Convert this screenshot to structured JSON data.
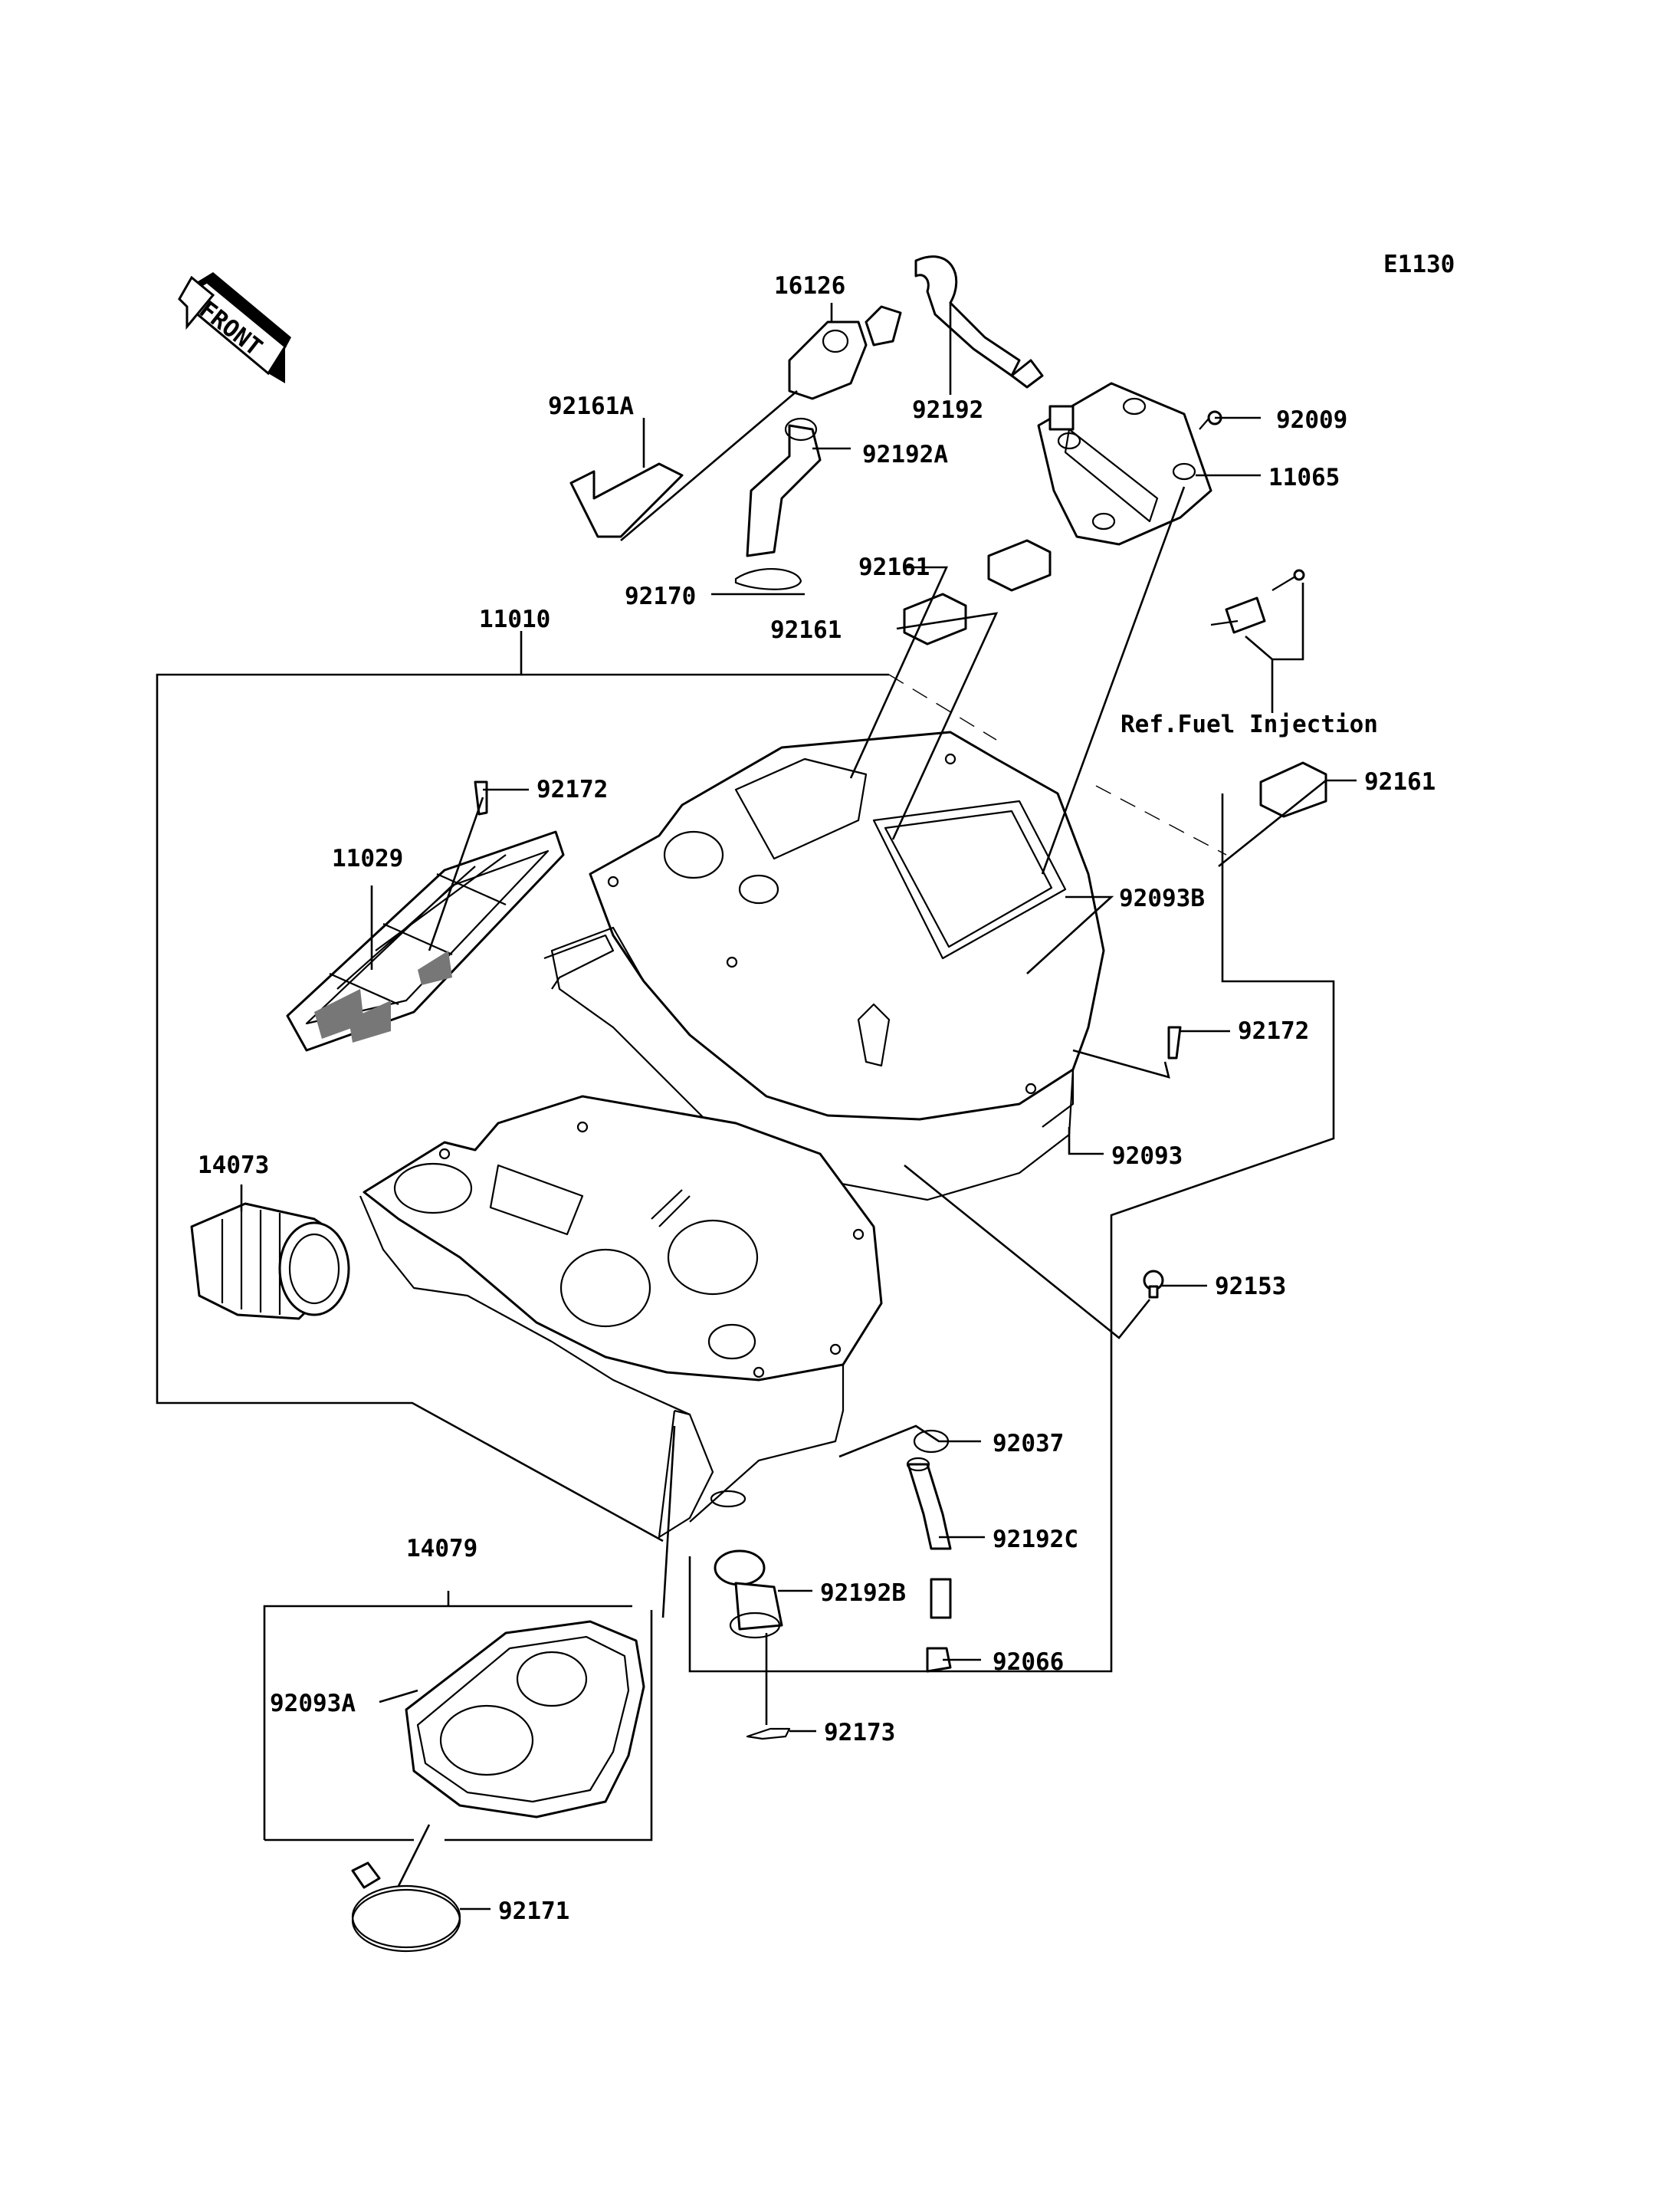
{
  "diagram_code": "E1130",
  "front_arrow": "FRONT",
  "ref_note": "Ref.Fuel Injection",
  "labels": {
    "p16126": "16126",
    "p92192": "92192",
    "p92161A": "92161A",
    "p92192A": "92192A",
    "p92009": "92009",
    "p11065": "11065",
    "p92170": "92170",
    "p92161a": "92161",
    "p92161b": "92161",
    "p11010": "11010",
    "p92161c": "92161",
    "p92172a": "92172",
    "p11029": "11029",
    "p92093B": "92093B",
    "p92172b": "92172",
    "p14073": "14073",
    "p92093": "92093",
    "p92153": "92153",
    "p92037": "92037",
    "p92192C": "92192C",
    "p14079": "14079",
    "p92192B": "92192B",
    "p92066": "92066",
    "p92093A": "92093A",
    "p92173": "92173",
    "p92171": "92171"
  }
}
